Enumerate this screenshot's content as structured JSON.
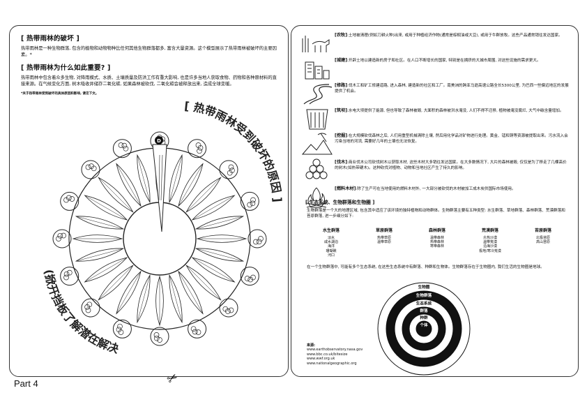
{
  "left": {
    "destruction_title": "[ 热带雨林的破坏 ]",
    "destruction_body": "热带雨林是一种生物群落, 包含的植物和动物物种比任何其他生物群落都多, 富含大量资源。这个模型展示了热带雨林被破坏的主要因素。*",
    "importance_title": "[ 热带雨林为什么如此重要? ]",
    "importance_body": "热带雨林中包含着众多生物, 对降雨模式、水质、土壤质量及防洪工作有重大影响, 也是许多当地人获取食物、药物和各种原材料的直接来源。在气候变化方面, 树木吸收并储存二氧化碳, 如果森林被砍伐, 二氧化碳会被释放出来, 造成全球变暖。",
    "footnote": "*关于热带雨林受到破坏的具体原因和影响, 请见下文。",
    "wheel_top_text": "[ 热带雨林受到破坏的原因 ]",
    "wheel_bottom_text": "(掀开挡板了解潜在解决方案)",
    "pointer_letter": "D"
  },
  "footer": {
    "part_label": "Part 4",
    "scissors_glyph": "✂"
  },
  "right": {
    "causes": [
      {
        "title": "[农牧]",
        "text": ":土地被清理(例如刀耕火种)出来, 或用于种植经济作物(通常是棕榈油或大豆), 或用于牛群放牧。这些产品通常销往发达国家。",
        "icon": "farming-icon"
      },
      {
        "title": "[城建]",
        "text": ":开辟土地以建造新的房子和社区。在人口不断增长的国家, 特别是在拥挤的大城市周围, 对这些设施的需求更大。",
        "icon": "city-building-icon"
      },
      {
        "title": "[修路]",
        "text": ":伐木工和矿工修建道路, 进入森林, 建造新的社区和工厂。南美洲的跨亚马逊高速公路全长5300公里, 为巴西一些偏远地区的发展提供了机会。",
        "icon": "road-icon"
      },
      {
        "title": "[筑坝]",
        "text": ":水电大坝提供了能源, 但也导致了森林被毁, 大面积的森林被洪水淹没, 人们不得不迁移, 植物被淹没腐烂, 大气中碳含量增加。",
        "icon": "dam-icon"
      },
      {
        "title": "[挖掘]",
        "text": ":在大规模砍伐森林之后, 人们用重型机械清除土壤, 然后用化学品对矿物进行处理。黄金、锰和铜等资源被提取出来。污水流入会污染当地的河流, 需要好几年的土壤也无法恢复。",
        "icon": "mining-icon"
      },
      {
        "title": "[伐木]",
        "text": ":商业伐木公司砍伐树木以获取木材, 这些木材大多销往发达国家。在大多数情况下, 大片的森林被毁, 仅仅是为了移走了几棵高价的树木(如热带硬木)。这种砍伐对植物、动物和当地社区产生了持久的影响。",
        "icon": "logging-icon"
      },
      {
        "title": "[燃料木材]",
        "text": ":除了生产可在当地使用的燃料木材外, 一大部分被砍伐的木材被加工成木炭供国际市场使用。",
        "icon": "fuelwood-icon"
      }
    ],
    "ecosystem_title": "[ 生态系统、生物群落和生物圈 ]",
    "ecosystem_body": "生物群落是一个大的地理区域, 包含其中适应了该环境的独特植物和动物群体。生物群落主要有五种类型: 水生群落、草地群落、森林群落、荒漠群落和苔原群落, 进一步细分如下:",
    "biomes": [
      {
        "name": "水生群落",
        "items": [
          "淡水",
          "咸水湖泊",
          "海洋",
          "珊瑚礁",
          "河口"
        ]
      },
      {
        "name": "草原群落",
        "items": [
          "热带草原",
          "温带草原"
        ]
      },
      {
        "name": "森林群落",
        "items": [
          "温带森林",
          "热带森林",
          "寒带森林"
        ]
      },
      {
        "name": "荒漠群落",
        "items": [
          "炎热沙漠",
          "温带荒漠",
          "沿海沙漠",
          "极地/寒冷荒漠"
        ]
      },
      {
        "name": "苔原群落",
        "items": [
          "北极苔原",
          "高山苔原"
        ]
      }
    ],
    "ecosystem_closing": "在一个生物群落中, 可能有多个生态系统, 在这些生态系统中有群落、种群和生物体。生物群落存在于生物圈内, 我们生活的生物圈是地球。",
    "diagram_labels": [
      "生物圈",
      "生物群落",
      "生态系统",
      "群落",
      "种群",
      "个体"
    ],
    "sources_title": "来源:",
    "sources": [
      "www.earthobservatory.nasa.gov",
      "www.bbc.co.uk/bitesize",
      "www.wwf.org.uk",
      "www.nationalgeographic.org"
    ]
  },
  "colors": {
    "ink": "#111111",
    "paper": "#ffffff",
    "border": "#333333"
  }
}
